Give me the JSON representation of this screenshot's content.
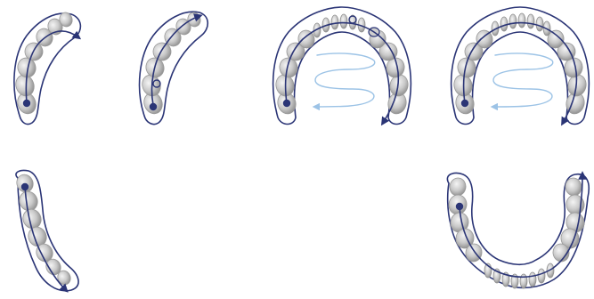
{
  "colors": {
    "path": "#2b3576",
    "outline": "#2b3576",
    "light_path": "#9cc3e6",
    "tooth_light": "#e9e9e9",
    "tooth_dark": "#8c8c8c"
  },
  "panels": [
    {
      "id": "upper-left-quadrant",
      "kind": "quadrant"
    },
    {
      "id": "upper-left-quadrant-alt",
      "kind": "quadrant"
    },
    {
      "id": "upper-arch-palatal",
      "kind": "arch"
    },
    {
      "id": "upper-arch-full",
      "kind": "arch"
    },
    {
      "id": "lower-left-quadrant",
      "kind": "quadrant"
    },
    {
      "id": "lower-arch-full",
      "kind": "arch"
    }
  ]
}
